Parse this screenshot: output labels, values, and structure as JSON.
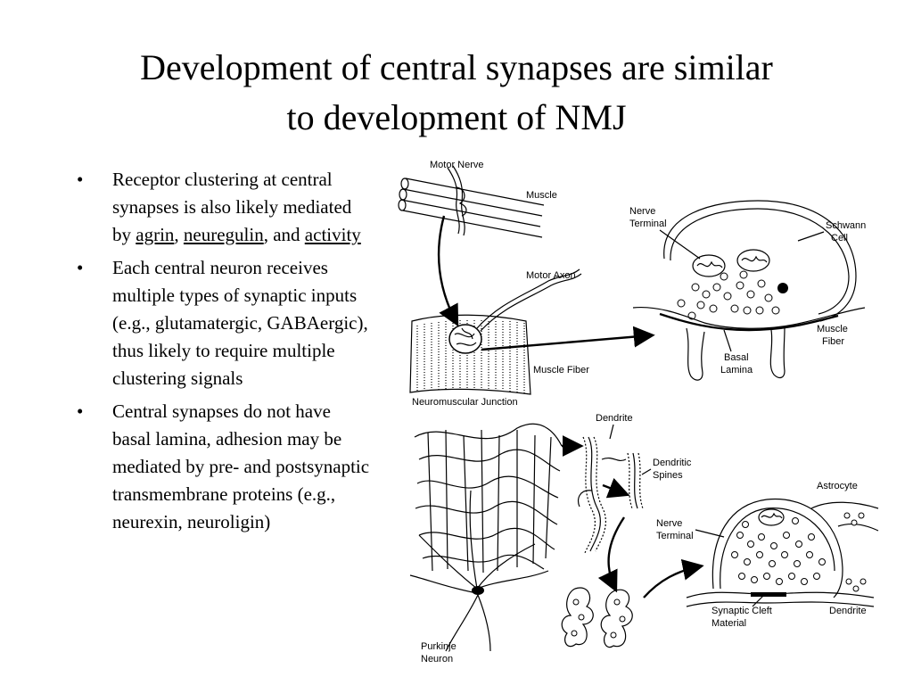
{
  "title": {
    "line1": "Development of central synapses are similar",
    "line2": "to development of NMJ"
  },
  "bullets": [
    {
      "marker": "•",
      "t1": "Receptor clustering at central synapses is also likely mediated by ",
      "link1": "agrin",
      "t2": ", ",
      "link2": "neuregulin",
      "t3": ", and ",
      "link3": "activity"
    },
    {
      "marker": "•",
      "text": "Each central neuron receives multiple types of synaptic inputs (e.g., glutamatergic, GABAergic), thus likely to require multiple clustering signals"
    },
    {
      "marker": "•",
      "text": "Central synapses do not have basal lamina, adhesion may be mediated by pre- and postsynaptic transmembrane proteins (e.g., neurexin, neuroligin)"
    }
  ],
  "figure_labels": {
    "motor_nerve": "Motor Nerve",
    "muscle": "Muscle",
    "motor_axon": "Motor Axon",
    "muscle_fiber_left": "Muscle Fiber",
    "nmj": "Neuromuscular Junction",
    "nerve_terminal_line1": "Nerve",
    "nerve_terminal_line2": "Terminal",
    "schwann_line1": "Schwann",
    "schwann_line2": "Cell",
    "muscle_fiber_right_line1": "Muscle",
    "muscle_fiber_right_line2": "Fiber",
    "basal_lamina_line1": "Basal",
    "basal_lamina_line2": "Lamina",
    "dendrite_top": "Dendrite",
    "dendritic_spines_line1": "Dendritic",
    "dendritic_spines_line2": "Spines",
    "astrocyte": "Astrocyte",
    "nerve_terminal2_line1": "Nerve",
    "nerve_terminal2_line2": "Terminal",
    "synaptic_cleft_line1": "Synaptic Cleft",
    "synaptic_cleft_line2": "Material",
    "dendrite_bottom": "Dendrite",
    "purkinje_line1": "Purkinje",
    "purkinje_line2": "Neuron"
  }
}
